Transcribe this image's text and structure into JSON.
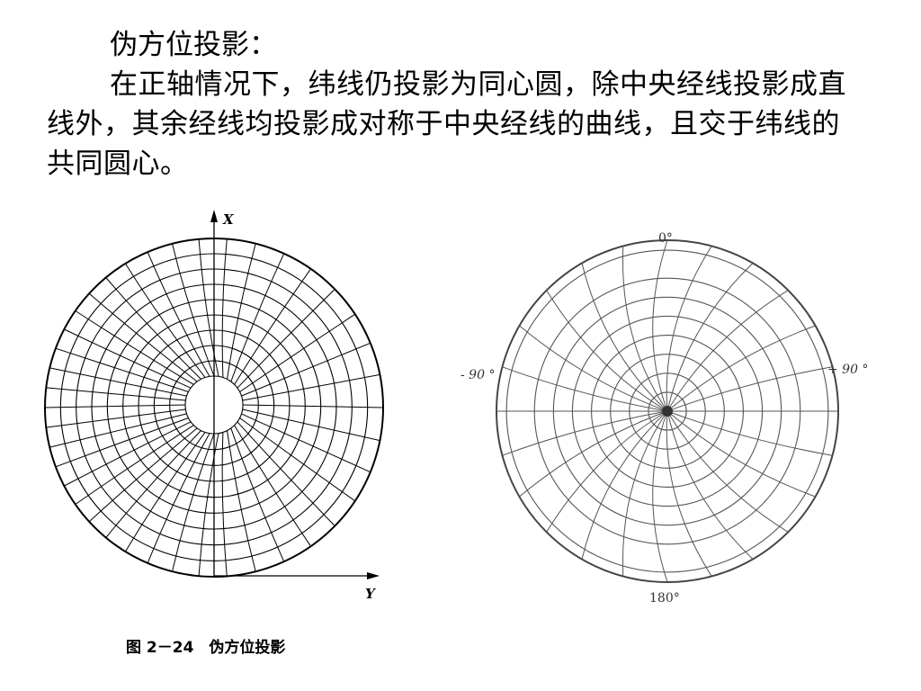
{
  "text": {
    "heading": "伪方位投影：",
    "paragraph": "在正轴情况下，纬线仍投影为同心圆，除中央经线投影成直线外，其余经线均投影成对称于中央经线的曲线，且交于纬线的共同圆心。"
  },
  "figure_left": {
    "axis_x": "X",
    "axis_y": "Y"
  },
  "figure_right": {
    "label_top": "0°",
    "label_left": "- 90 °",
    "label_right": "+ 90 °",
    "label_bottom": "180°"
  },
  "caption": "图 2－24　伪方位投影"
}
